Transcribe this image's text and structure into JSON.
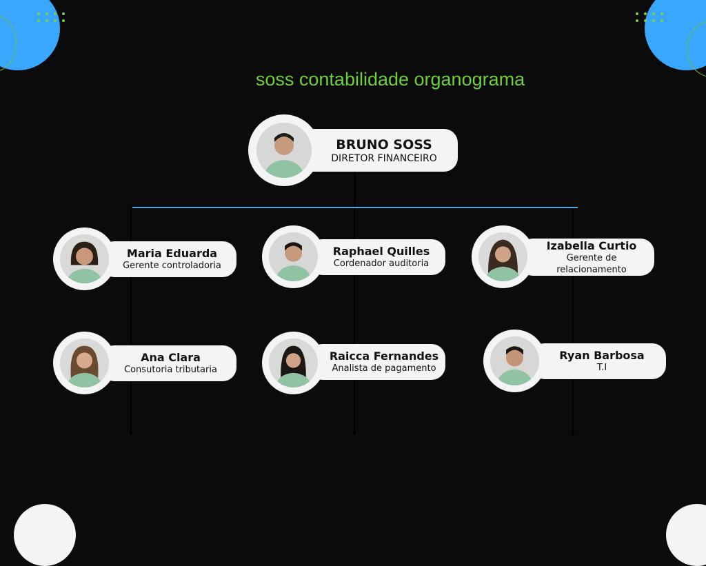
{
  "title": "soss contabilidade organograma",
  "colors": {
    "background": "#0b0b0b",
    "accent_green": "#6fcf3a",
    "accent_blue": "#3aa7ff",
    "card": "#f4f4f4",
    "connector": "#4da6e8"
  },
  "root": {
    "name": "BRUNO SOSS",
    "role": "DIRETOR FINANCEIRO"
  },
  "members": [
    {
      "name": "Maria Eduarda",
      "role": "Gerente controladoria"
    },
    {
      "name": "Raphael Quilles",
      "role": "Cordenador auditoria"
    },
    {
      "name": "Izabella Curtio",
      "role": "Gerente de relacionamento"
    },
    {
      "name": "Ana Clara",
      "role": "Consutoria tributaria"
    },
    {
      "name": "Raicca Fernandes",
      "role": "Analista de pagamento"
    },
    {
      "name": "Ryan Barbosa",
      "role": "T.I"
    }
  ]
}
